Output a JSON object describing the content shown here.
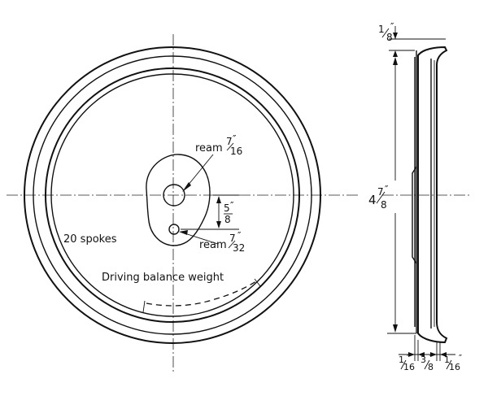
{
  "front_view": {
    "ream_upper": "ream",
    "ream_upper_size_num": "7",
    "ream_upper_size_den": "16",
    "ream_upper_unit": "″",
    "offset_num": "5",
    "offset_den": "8",
    "offset_unit": "″",
    "ream_lower": "ream",
    "ream_lower_size_num": "7",
    "ream_lower_size_den": "32",
    "ream_lower_unit": "″",
    "spokes": "20 spokes",
    "balance_weight": "Driving balance weight"
  },
  "side_view": {
    "top_num": "1",
    "top_den": "8",
    "top_unit": "″",
    "diameter_whole": "4",
    "diameter_num": "7",
    "diameter_den": "8",
    "diameter_unit": "″",
    "bottom_left_num": "1",
    "bottom_left_den": "16",
    "bottom_mid_num": "3",
    "bottom_mid_den": "8",
    "bottom_right_num": "1",
    "bottom_right_den": "16",
    "bottom_unit": "″"
  }
}
